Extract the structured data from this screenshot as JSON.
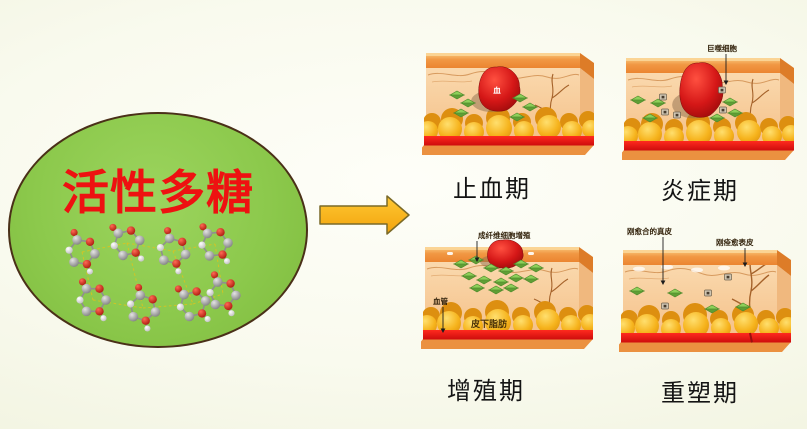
{
  "ellipse": {
    "title": "活性多糖",
    "title_color": "#ee1111",
    "fill_color": "#8cc94c",
    "border_color": "#4a3018",
    "molecule_atom_colors": {
      "carbon": "#9a9a9a",
      "oxygen": "#c62121",
      "hydrogen": "#f2f2f2"
    }
  },
  "arrow": {
    "direction": "right",
    "fill_color": "#ffb612",
    "outline_color": "#7a6a28"
  },
  "panels": [
    {
      "id": "hemostasis",
      "caption": "止血期",
      "clot_label": "血",
      "annotations": []
    },
    {
      "id": "inflammation",
      "caption": "炎症期",
      "annotations": [
        {
          "text": "巨噬细胞"
        }
      ]
    },
    {
      "id": "proliferation",
      "caption": "增殖期",
      "annotations": [
        {
          "text": "成纤维细胞增殖"
        },
        {
          "text": "血管"
        },
        {
          "text": "皮下脂肪"
        }
      ]
    },
    {
      "id": "remodeling",
      "caption": "重塑期",
      "annotations": [
        {
          "text": "刚愈合的真皮"
        },
        {
          "text": "刚痊愈表皮"
        }
      ]
    }
  ],
  "palette": {
    "background_center": "#fdfdf5",
    "background_edge": "#edefd8",
    "skin_epidermis": "#f19743",
    "skin_dermis": "#f7cd9c",
    "fat": "#f6b31c",
    "blood_band": "#e51414",
    "clot": "#c41212",
    "cell_green": "#6fae3e"
  }
}
